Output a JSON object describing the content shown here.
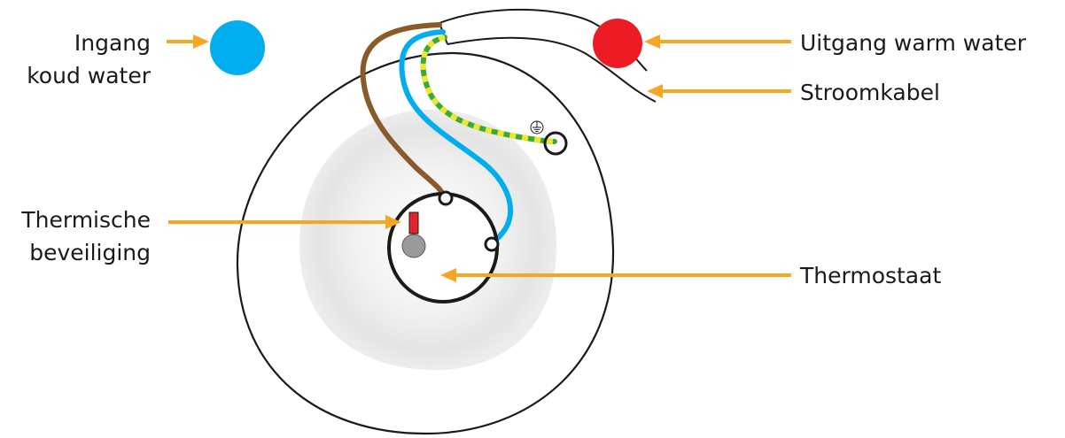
{
  "labels": {
    "cold_inlet": [
      "Ingang",
      "koud water"
    ],
    "hot_outlet": "Uitgang warm water",
    "power_cable": "Stroomkabel",
    "thermal_fuse": [
      "Thermische",
      "beveiliging"
    ],
    "thermostat": "Thermostaat"
  },
  "colors": {
    "arrow": "#f5a623",
    "cold_water": "#00aeef",
    "hot_water": "#ed1c24",
    "wire_live": "#8b5a2b",
    "wire_neutral": "#00aeef",
    "wire_earth_green": "#3aa935",
    "wire_earth_yellow": "#f0e62a",
    "element_glow": "#e6e6e6",
    "fuse_red": "#e0262c",
    "fuse_grey": "#9a9a9a"
  },
  "icons": {
    "earth": "earth-ground-icon"
  }
}
